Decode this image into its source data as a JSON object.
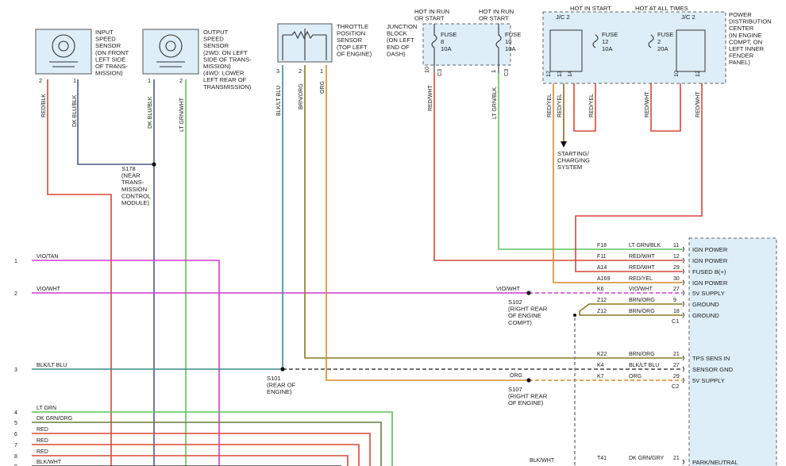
{
  "components": {
    "input_speed_sensor": {
      "label": "INPUT\nSPEED\nSENSOR\n(ON FRONT\nLEFT SIDE\nOF TRANS-\nMISSION)",
      "pins": [
        "2",
        "1"
      ]
    },
    "output_speed_sensor": {
      "label": "OUTPUT\nSPEED\nSENSOR\n(2WD: ON LEFT\nSIDE OF TRANS-\nMISSION)\n(4WD: LOWER\nLEFT REAR OF\nTRANSMISSION)",
      "pins": [
        "1",
        "2"
      ]
    },
    "throttle_position_sensor": {
      "label": "THROTTLE\nPOSITION\nSENSOR\n(TOP LEFT\nOF ENGINE)",
      "pins": [
        "3",
        "2",
        "1"
      ]
    },
    "junction_block": {
      "label": "JUNCTION\nBLOCK\n(ON LEFT\nEND OF\nDASH)",
      "hot_labels": [
        "HOT IN RUN\nOR START",
        "HOT IN RUN\nOR START"
      ],
      "fuses": [
        {
          "text": "FUSE\n8\n10A",
          "pin": "10",
          "conn": "C3"
        },
        {
          "text": "FUSE\n10\n10A",
          "pin": "1",
          "conn": "C3"
        }
      ]
    },
    "pdc": {
      "label": "POWER\nDISTRIBUTION\nCENTER\n(IN ENGINE\nCOMPT, ON\nLEFT INNER\nFENDER\nPANEL)",
      "hot_labels": [
        "HOT IN START",
        "HOT AT ALL TIMES"
      ],
      "jc": [
        "J/C 2",
        "J/C 2"
      ],
      "fuses": [
        {
          "text": "FUSE\n12\n10A"
        },
        {
          "text": "FUSE\n2\n20A"
        }
      ],
      "pins": [
        "12",
        "13",
        "14",
        "10",
        "12"
      ]
    }
  },
  "wire_labels_vertical": [
    "RED/BLK",
    "DK BLU/BLK",
    "DK BLU/BLK",
    "LT GRN/WHT",
    "BLK/LT BLU",
    "BRN/ORG",
    "ORG",
    "RED/WHT",
    "LT GRN/BLK",
    "RED/YEL",
    "RED/YEL",
    "RED/YEL",
    "RED/WHT",
    "RED/WHT"
  ],
  "splices": {
    "s178": "S178\n(NEAR\nTRANS-\nMISSION\nCONTROL\nMODULE)",
    "s101": "S101\n(REAR OF\nENGINE)",
    "s102": "S102\n(RIGHT REAR\nOF ENGINE\nCOMPT)",
    "s107": "S107\n(RIGHT REAR\nOF ENGINE)"
  },
  "starting_charging": "STARTING/\nCHARGING\nSYSTEM",
  "left_rows": [
    {
      "num": "1",
      "wire": "VIO/TAN"
    },
    {
      "num": "2",
      "wire": "VIO/WHT"
    },
    {
      "num": "3",
      "wire": "BLK/LT BLU"
    },
    {
      "num": "4",
      "wire": "LT GRN"
    },
    {
      "num": "5",
      "wire": "DK GRN/ORG"
    },
    {
      "num": "6",
      "wire": "RED"
    },
    {
      "num": "7",
      "wire": "RED"
    },
    {
      "num": "8",
      "wire": "RED"
    },
    {
      "num": "9",
      "wire": "BLK/WHT"
    }
  ],
  "mid_labels": {
    "vio_wht": "VIO/WHT",
    "org": "ORG",
    "blk_wht": "BLK/WHT"
  },
  "pcm_rows": [
    {
      "cavity": "F18",
      "wire": "LT GRN/BLK",
      "pin": "11",
      "func": "IGN POWER"
    },
    {
      "cavity": "F11",
      "wire": "RED/WHT",
      "pin": "12",
      "func": "IGN POWER"
    },
    {
      "cavity": "A14",
      "wire": "RED/WHT",
      "pin": "29",
      "func": "FUSED B(+)"
    },
    {
      "cavity": "A169",
      "wire": "RED/YEL",
      "pin": "30",
      "func": "IGN POWER"
    },
    {
      "cavity": "K6",
      "wire": "VIO/WHT",
      "pin": "27",
      "func": "5V SUPPLY"
    },
    {
      "cavity": "Z12",
      "wire": "BRN/ORG",
      "pin": "9",
      "func": "GROUND"
    },
    {
      "cavity": "Z12",
      "wire": "BRN/ORG",
      "pin": "18",
      "func": "GROUND"
    },
    {
      "cavity": "K22",
      "wire": "BRN/ORG",
      "pin": "21",
      "func": "TPS SENS IN"
    },
    {
      "cavity": "K4",
      "wire": "BLK/LT BLU",
      "pin": "27",
      "func": "SENSOR GND"
    },
    {
      "cavity": "K7",
      "wire": "ORG",
      "pin": "29",
      "func": "5V SUPPLY"
    },
    {
      "cavity": "T41",
      "wire": "DK GRN/GRY",
      "pin": "21",
      "func": "PARK/NEUTRAL"
    }
  ],
  "connectors": [
    "C1",
    "C2"
  ],
  "colors": {
    "red": "#d6483a",
    "blue": "#4a5a86",
    "green": "#5cc45c",
    "magenta": "#d03ad0",
    "orange": "#d88a28",
    "teal": "#3a8a8a",
    "olive": "#8a7a20",
    "box": "#ddeef8"
  }
}
